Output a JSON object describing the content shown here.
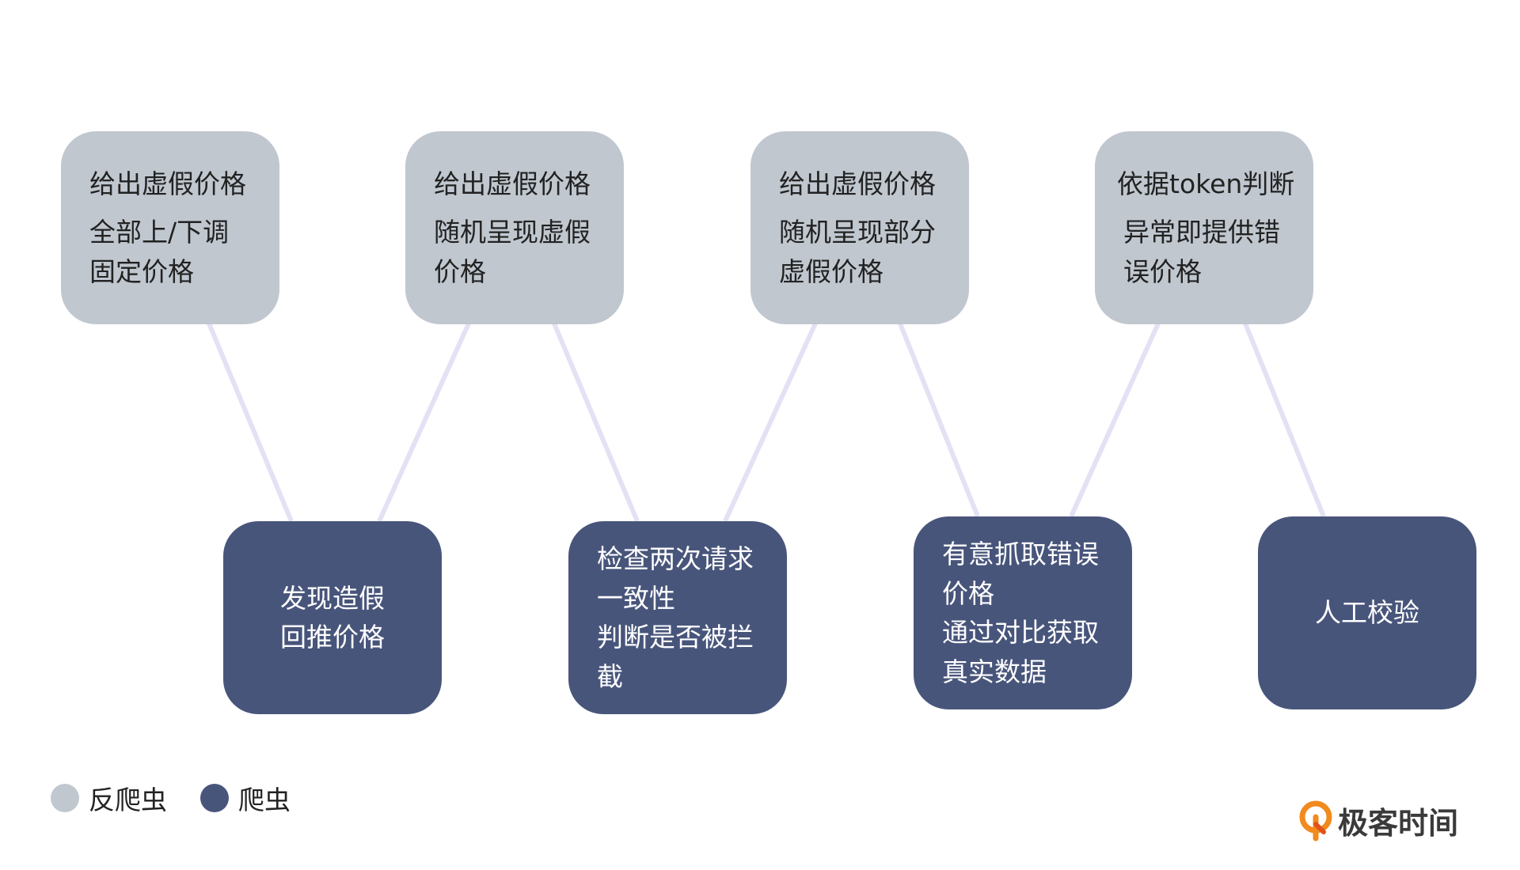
{
  "colors": {
    "anti_crawler": "#c0c7cf",
    "crawler": "#48557b",
    "connector": "#e2e2f4",
    "brand_orange": "#f28a1e"
  },
  "top_boxes": [
    {
      "title": "给出虚假价格",
      "lines": [
        "全部上/下调",
        "固定价格"
      ]
    },
    {
      "title": "给出虚假价格",
      "lines": [
        "随机呈现虚假",
        "价格"
      ]
    },
    {
      "title": "给出虚假价格",
      "lines": [
        "随机呈现部分",
        "虚假价格"
      ]
    },
    {
      "title": "依据token判断",
      "lines": [
        "异常即提供错",
        "误价格"
      ]
    }
  ],
  "bottom_boxes": [
    {
      "lines": [
        "发现造假",
        "回推价格"
      ]
    },
    {
      "lines": [
        "检查两次请求",
        "一致性",
        "判断是否被拦",
        "截"
      ]
    },
    {
      "lines": [
        "有意抓取错误",
        "价格",
        "通过对比获取",
        "真实数据"
      ]
    },
    {
      "lines": [
        "人工校验"
      ]
    }
  ],
  "legend": {
    "anti_crawler_label": "反爬虫",
    "crawler_label": "爬虫"
  },
  "brand": {
    "name": "极客时间",
    "icon": "geektime-logo-icon"
  }
}
